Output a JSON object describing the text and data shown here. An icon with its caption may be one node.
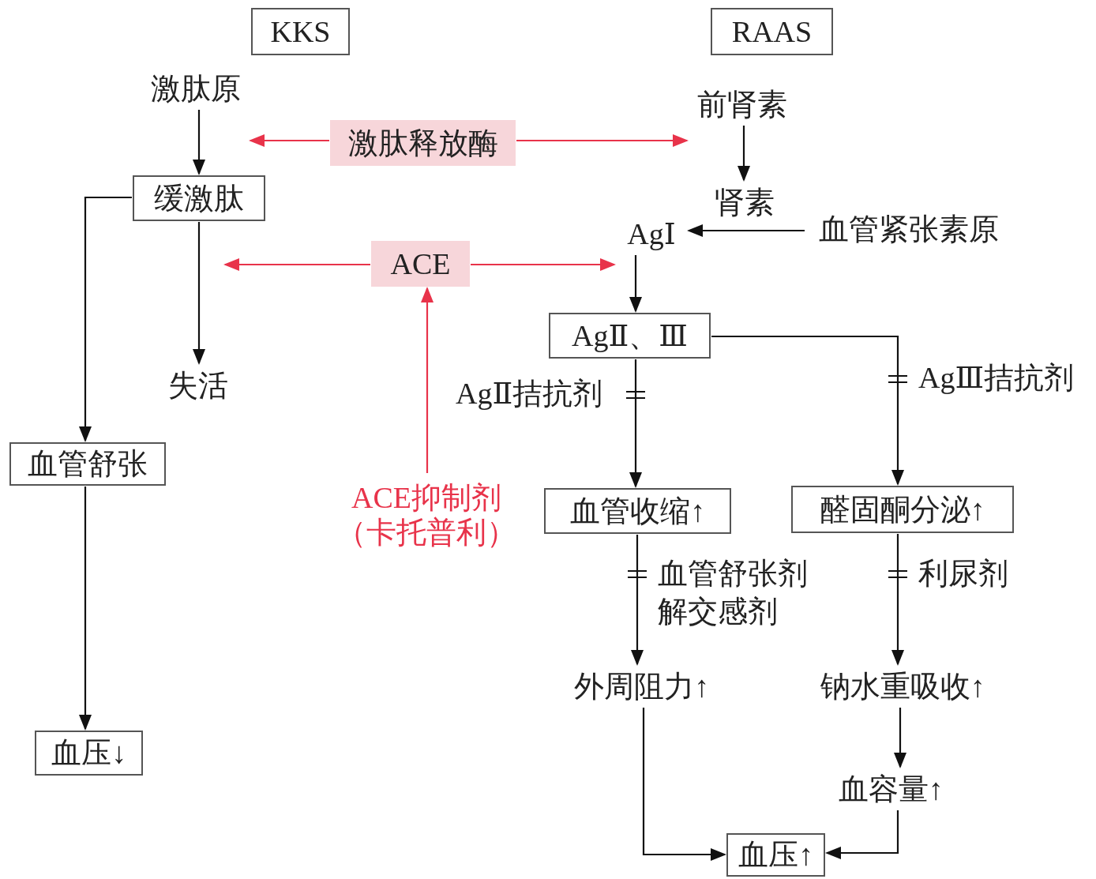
{
  "diagram": {
    "nodes": [
      {
        "text": [
          "KKS"
        ]
      },
      {
        "text": [
          "RAAS"
        ]
      },
      {
        "text": [
          "激肽原"
        ]
      },
      {
        "text": [
          "激肽释放酶"
        ]
      },
      {
        "text": [
          "前肾素"
        ]
      },
      {
        "text": [
          "缓激肽"
        ]
      },
      {
        "text": [
          "肾素"
        ]
      },
      {
        "text": [
          "AgⅠ"
        ]
      },
      {
        "text": [
          "血管紧张素原"
        ]
      },
      {
        "text": [
          "ACE"
        ]
      },
      {
        "text": [
          "AgⅡ、Ⅲ"
        ]
      },
      {
        "text": [
          "失活"
        ]
      },
      {
        "text": [
          "血管舒张"
        ]
      },
      {
        "text": [
          "ACE抑制剂",
          "（卡托普利）"
        ]
      },
      {
        "text": [
          "血管收缩↑"
        ]
      },
      {
        "text": [
          "醛固酮分泌↑"
        ]
      },
      {
        "text": [
          "外周阻力↑"
        ]
      },
      {
        "text": [
          "钠水重吸收↑"
        ]
      },
      {
        "text": [
          "血压↓"
        ]
      },
      {
        "text": [
          "血容量↑"
        ]
      },
      {
        "text": [
          "血压↑"
        ]
      }
    ],
    "edges": [
      {
        "from": 2,
        "to": 5,
        "arrow": "to"
      },
      {
        "from": 3,
        "to": 2,
        "arrow": "to",
        "color": "#e8334a"
      },
      {
        "from": 3,
        "to": 4,
        "arrow": "to",
        "color": "#e8334a"
      },
      {
        "from": 4,
        "to": 6,
        "arrow": "to"
      },
      {
        "from": 8,
        "to": 7,
        "arrow": "to"
      },
      {
        "from": 9,
        "to": null,
        "arrow": "to",
        "color": "#e8334a"
      },
      {
        "from": 9,
        "to": 7,
        "arrow": "to",
        "color": "#e8334a"
      },
      {
        "from": 13,
        "to": 9,
        "arrow": "to",
        "color": "#e8334a"
      },
      {
        "from": 5,
        "to": 12,
        "arrow": "to"
      },
      {
        "from": 5,
        "to": 11,
        "arrow": "to"
      },
      {
        "from": 7,
        "to": 10,
        "arrow": "to"
      },
      {
        "from": 10,
        "to": 14,
        "arrow": "to",
        "label": "AgⅡ拮抗剂"
      },
      {
        "from": 10,
        "to": 15,
        "arrow": "to",
        "label": "AgⅢ拮抗剂"
      },
      {
        "from": 14,
        "to": 16,
        "arrow": "to",
        "label": "血管舒张剂解交感剂"
      },
      {
        "from": 15,
        "to": 17,
        "arrow": "to",
        "label": "利尿剂"
      },
      {
        "from": 12,
        "to": 18,
        "arrow": "to"
      },
      {
        "from": 17,
        "to": 19,
        "arrow": "to"
      },
      {
        "from": 16,
        "to": 20,
        "arrow": "to"
      },
      {
        "from": 19,
        "to": 20,
        "arrow": "to"
      }
    ]
  }
}
